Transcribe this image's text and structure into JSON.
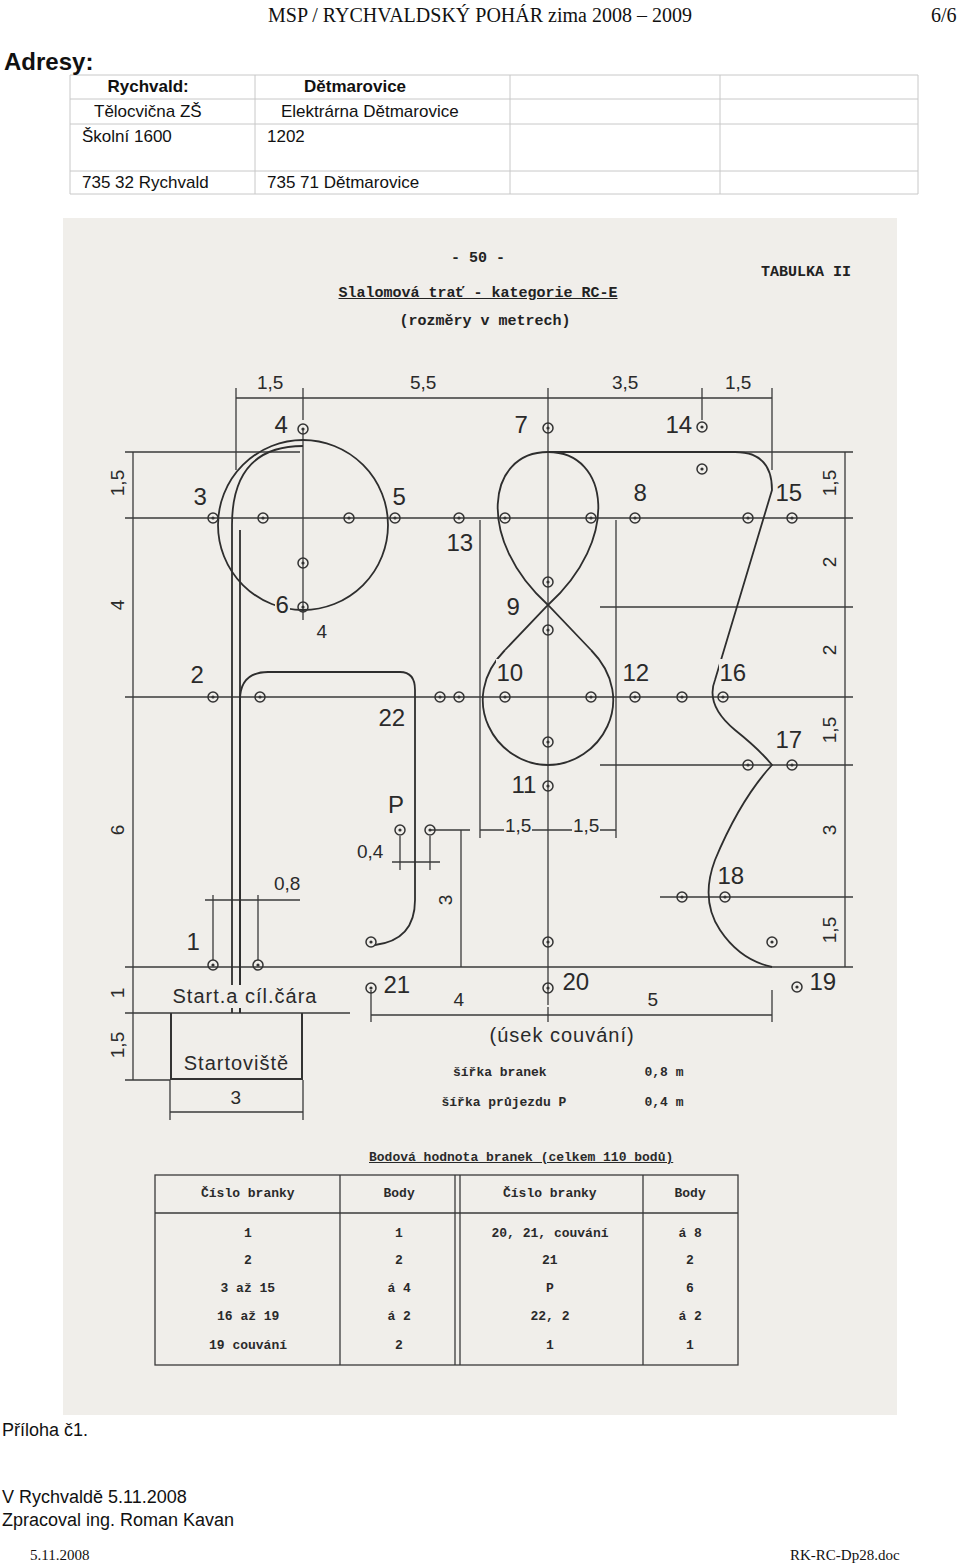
{
  "diagram": {
    "title": "MSP / RYCHVALDSKÝ POHÁR zima 2008 – 2009",
    "nodes": [
      {
        "text": [
          "Startoviště"
        ]
      }
    ],
    "labels": [
      "6/6",
      "Adresy:",
      "Rychvald:",
      "Dětmarovice",
      "Tělocvična ZŠ",
      "Elektrárna Dětmarovice",
      "Školní 1600",
      "1202",
      "735 32 Rychvald",
      "735 71 Dětmarovice",
      "- 50 -",
      "TABULKA II",
      "Slalomová trať - kategorie RC-E",
      "(rozměry v metrech)",
      "1,5",
      "5,5",
      "3,5",
      "1,5",
      "1,5",
      "4",
      "6",
      "1",
      "1,5",
      "1,5",
      "2",
      "2",
      "1,5",
      "3",
      "1,5",
      "1",
      "2",
      "3",
      "4",
      "5",
      "6",
      "7",
      "8",
      "9",
      "10",
      "11",
      "12",
      "13",
      "14",
      "15",
      "16",
      "17",
      "18",
      "19",
      "20",
      "21",
      "22",
      "P",
      "4",
      "0,4",
      "0,8",
      "3",
      "1,5",
      "1,5",
      "4",
      "5",
      "Start.a cíl.čára",
      "3",
      "(úsek couvání)",
      "šířka branek",
      "0,8 m",
      "šířka průjezdu P",
      "0,4 m",
      "Bodová hodnota branek (celkem 110 bodů)",
      "Číslo branky",
      "Body",
      "Číslo branky",
      "Body",
      "1",
      "1",
      "20, 21, couvání",
      "á 8",
      "2",
      "2",
      "21",
      "2",
      "3 až 15",
      "á 4",
      "P",
      "6",
      "16 až 19",
      "á 2",
      "22, 2",
      "á 2",
      "19 couvání",
      "2",
      "1",
      "1",
      "Příloha č1.",
      "V Rychvaldě 5.11.2008",
      "Zpracoval ing. Roman Kavan",
      "5.11.2008",
      "RK-RC-Dp28.doc"
    ]
  }
}
